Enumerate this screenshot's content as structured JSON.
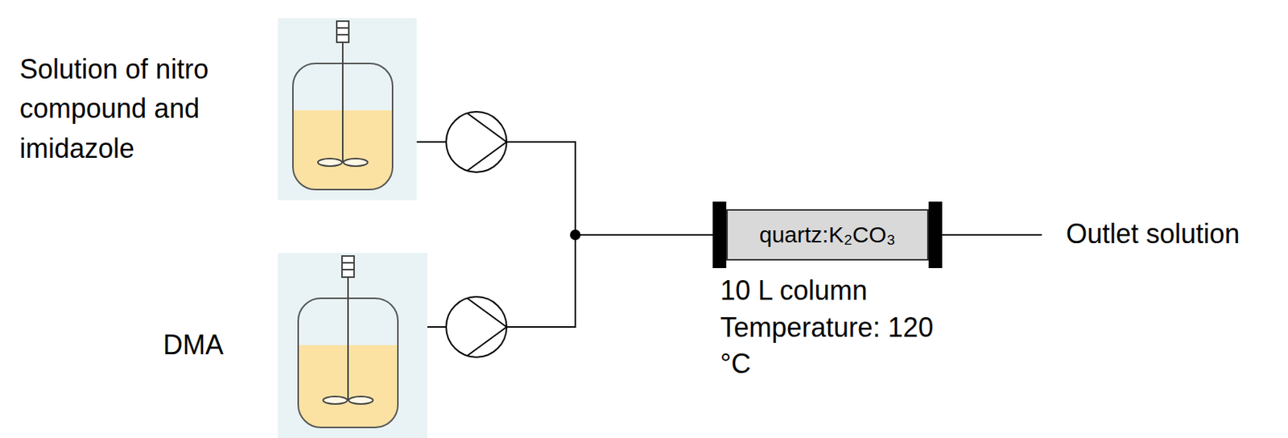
{
  "diagram": {
    "nodes": [
      {
        "text": [
          "Solution of nitro compound and imidazole"
        ]
      },
      {
        "text": [
          "DMA"
        ]
      },
      {
        "text": [
          "quartz:K₂CO₃",
          "10 L column",
          "Temperature: 120 °C"
        ]
      }
    ],
    "edges": [
      {
        "from": 0,
        "to": 2,
        "arrow": "none"
      },
      {
        "from": 1,
        "to": 2,
        "arrow": "none"
      }
    ],
    "labels": [
      "Outlet solution"
    ]
  }
}
